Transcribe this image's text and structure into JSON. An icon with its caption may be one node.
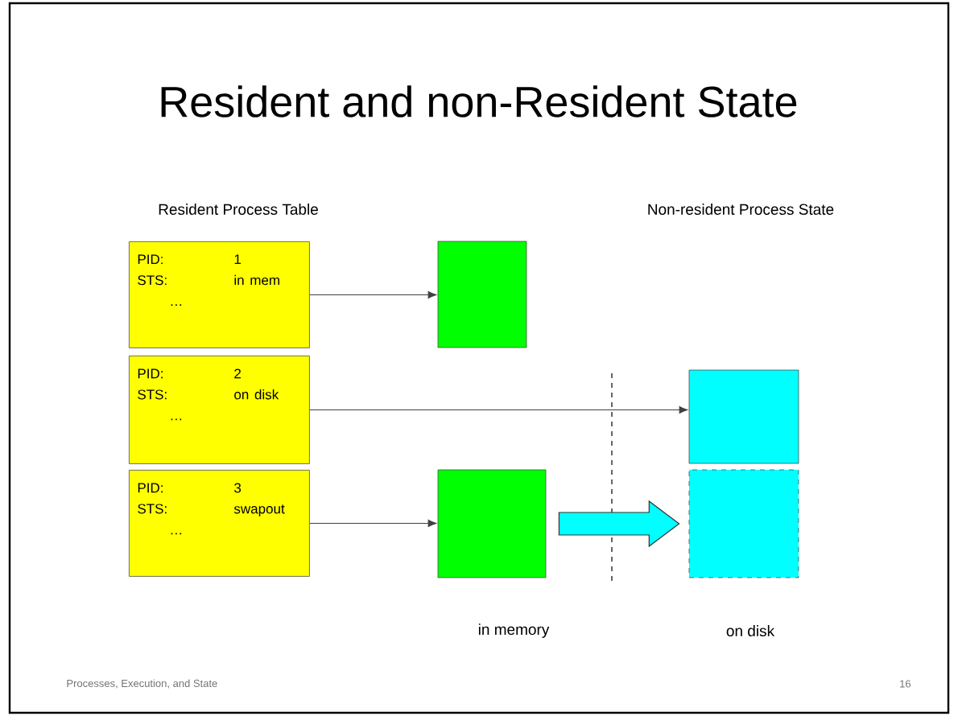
{
  "diagram": {
    "title": "Resident and non-Resident State",
    "nodes": [
      {
        "text": [
          "PID:",
          "1",
          "STS:",
          "in mem",
          "…"
        ]
      },
      {
        "text": [
          "PID:",
          "2",
          "STS:",
          "on disk",
          "…"
        ]
      },
      {
        "text": [
          "PID:",
          "3",
          "STS:",
          "swapout",
          "…"
        ]
      },
      {
        "text": [],
        "shape": "box"
      },
      {
        "text": [],
        "shape": "box"
      },
      {
        "text": [],
        "shape": "box"
      },
      {
        "text": [],
        "shape": "box"
      }
    ],
    "edges": [
      {
        "from": 0,
        "to": 3,
        "arrow": "to"
      },
      {
        "from": 1,
        "to": 4,
        "arrow": "to"
      },
      {
        "from": 2,
        "to": 5,
        "arrow": "to"
      },
      {
        "from": 5,
        "to": 6,
        "arrow": "to",
        "style": "thick",
        "color": "#00ffff"
      }
    ],
    "labels": [
      "Resident Process Table",
      "Non-resident Process State",
      "in memory",
      "on disk",
      "Processes, Execution, and State",
      "16"
    ]
  }
}
